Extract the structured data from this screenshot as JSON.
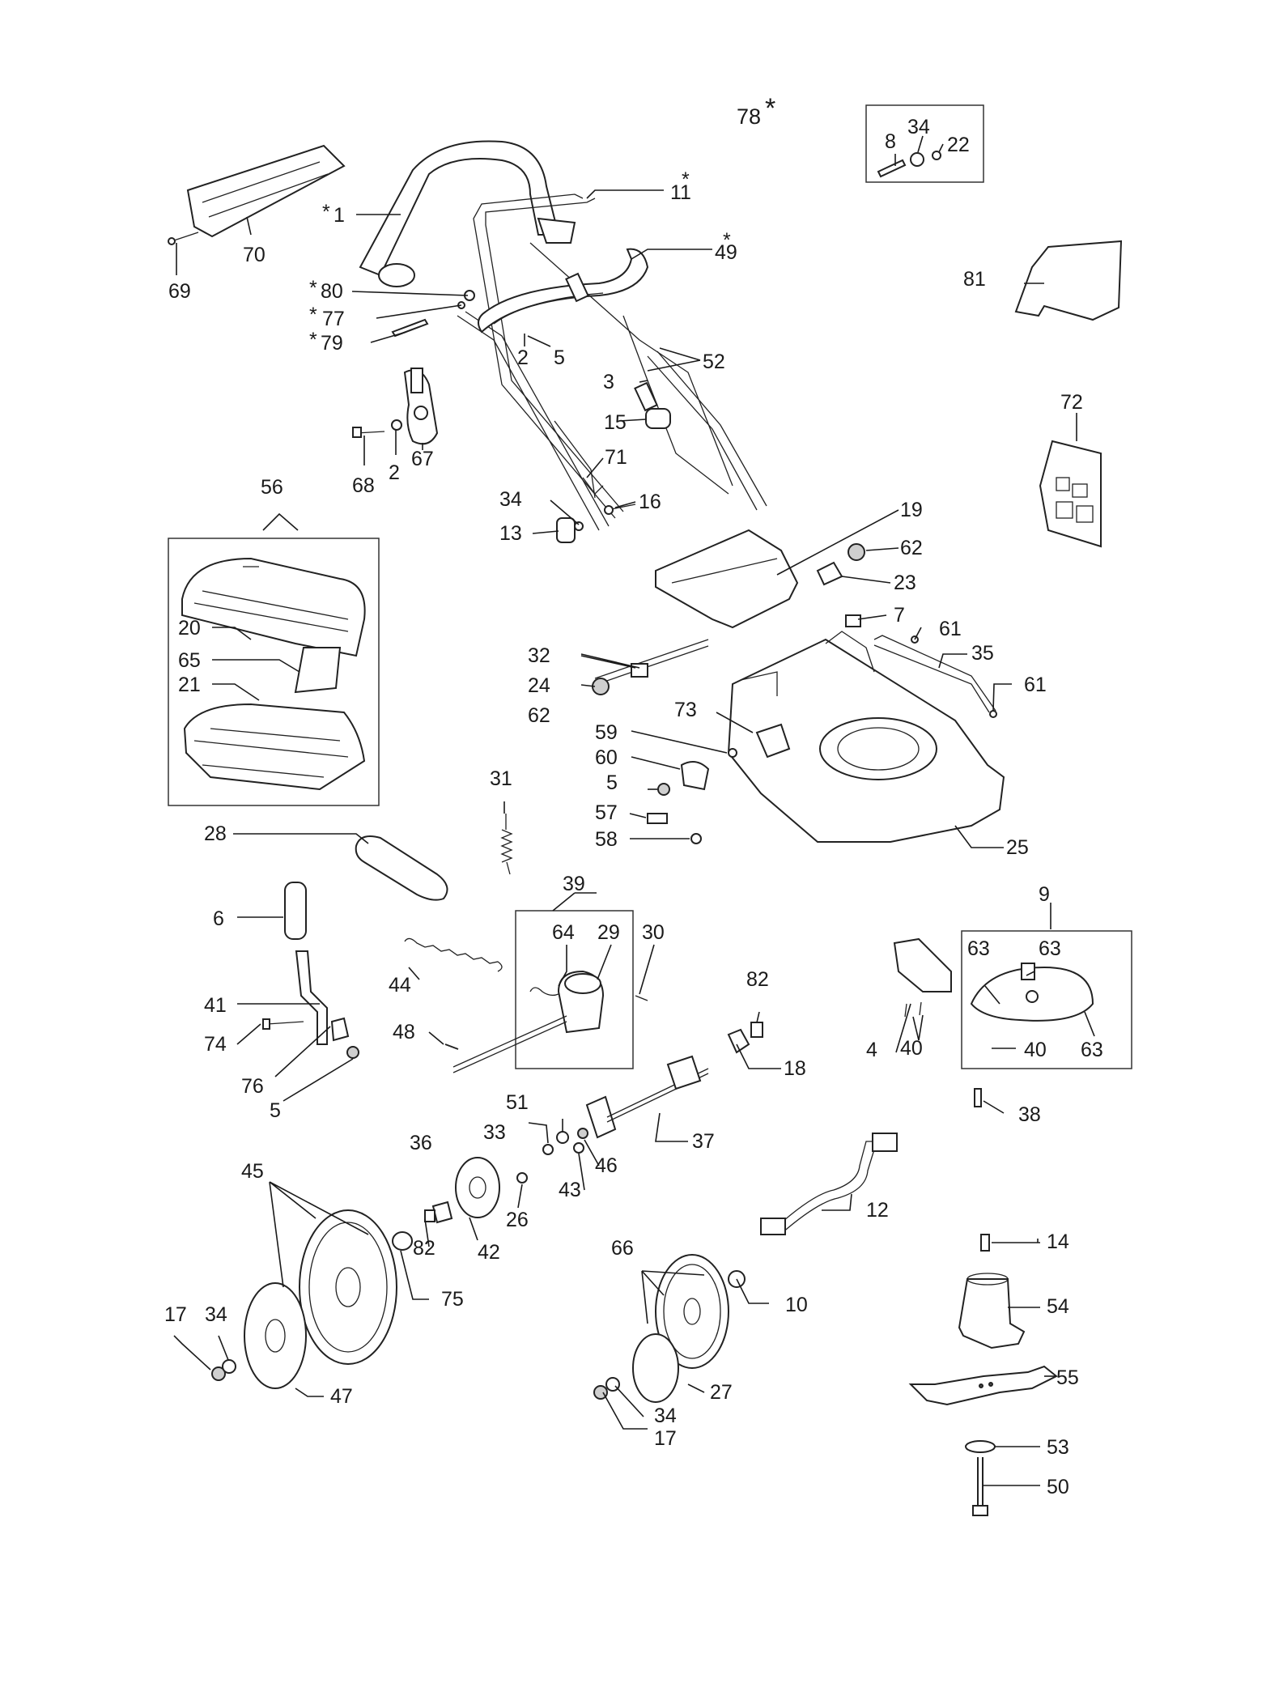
{
  "labels": {
    "l1": "1",
    "l2a": "2",
    "l2b": "2",
    "l3": "3",
    "l4": "4",
    "l5a": "5",
    "l5b": "5",
    "l5c": "5",
    "l6": "6",
    "l7": "7",
    "l8": "8",
    "l9": "9",
    "l10": "10",
    "l11": "11",
    "l12": "12",
    "l13": "13",
    "l14": "14",
    "l15": "15",
    "l16": "16",
    "l17a": "17",
    "l17b": "17",
    "l18": "18",
    "l19": "19",
    "l20": "20",
    "l21": "21",
    "l22": "22",
    "l23": "23",
    "l24": "24",
    "l25": "25",
    "l26": "26",
    "l27": "27",
    "l28": "28",
    "l29": "29",
    "l30": "30",
    "l31": "31",
    "l32": "32",
    "l33": "33",
    "l34a": "34",
    "l34b": "34",
    "l34c": "34",
    "l34d": "34",
    "l35": "35",
    "l36": "36",
    "l37": "37",
    "l38": "38",
    "l39": "39",
    "l40a": "40",
    "l40b": "40",
    "l41": "41",
    "l42": "42",
    "l43": "43",
    "l44": "44",
    "l45": "45",
    "l46": "46",
    "l47": "47",
    "l48": "48",
    "l49": "49",
    "l50": "50",
    "l51": "51",
    "l52": "52",
    "l53": "53",
    "l54": "54",
    "l55": "55",
    "l56": "56",
    "l57": "57",
    "l58": "58",
    "l59": "59",
    "l60": "60",
    "l61a": "61",
    "l61b": "61",
    "l62a": "62",
    "l62b": "62",
    "l63a": "63",
    "l63b": "63",
    "l63c": "63",
    "l64": "64",
    "l65": "65",
    "l66": "66",
    "l67": "67",
    "l68": "68",
    "l69": "69",
    "l70": "70",
    "l71": "71",
    "l72": "72",
    "l73": "73",
    "l74": "74",
    "l75": "75",
    "l76": "76",
    "l77": "77",
    "l78": "78",
    "l79": "79",
    "l80": "80",
    "l81": "81",
    "l82a": "82",
    "l82b": "82"
  },
  "marks": {
    "asterisk": "*"
  },
  "icons": {
    "handle": "upper-handle-bar-icon",
    "grass-bag": "grass-catcher-icon",
    "deck": "mower-deck-icon",
    "wheel": "wheel-icon",
    "blade": "blade-icon",
    "gearbox": "gearbox-icon"
  }
}
